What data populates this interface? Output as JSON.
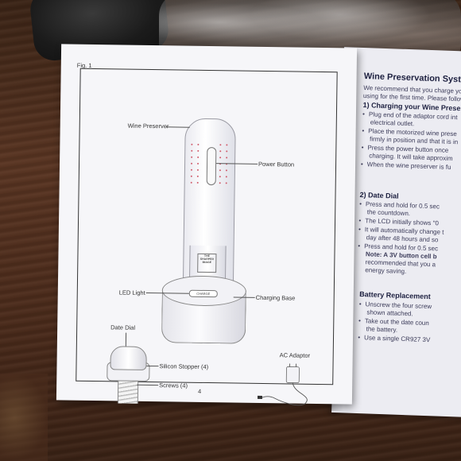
{
  "left_page": {
    "fig_label": "Fig. 1",
    "labels": {
      "wine_preserver": "Wine Preserver",
      "power_button": "Power Button",
      "led_light": "LED Light",
      "charging_base": "Charging Base",
      "date_dial": "Date Dial",
      "silicon_stopper": "Silicon Stopper (4)",
      "screws": "Screws (4)",
      "ac_adaptor": "AC Adaptor",
      "charge_text": "CHARGE",
      "logo_text": "THE SHARPER IMAGE"
    },
    "page_number": "4"
  },
  "right_page": {
    "title": "Wine Preservation Syst",
    "intro_1": "We recommend that you charge yo",
    "intro_2": "using for the first time. Please follow",
    "section_1": "1) Charging your Wine Preserv",
    "s1_lines": [
      "Plug end of the adaptor cord int",
      "electrical outlet.",
      "Place the motorized wine prese",
      "firmly in position and that it is in",
      "Press the power button once",
      "charging. It will take approxim",
      "When the wine preserver is fu"
    ],
    "section_2": "2) Date Dial",
    "s2_lines": [
      "Press and hold for 0.5 sec",
      "the countdown.",
      "The LCD initially shows \"0",
      "It will automatically change t",
      "day after 48 hours and so",
      "Press and hold for 0.5 sec",
      "Note: A 3V button cell b",
      "recommended that you a",
      "energy saving."
    ],
    "section_3": "Battery Replacement",
    "s3_lines": [
      "Unscrew the four screw",
      "shown attached.",
      "Take out the date coun",
      "the battery.",
      "Use a single CR927 3V"
    ]
  }
}
